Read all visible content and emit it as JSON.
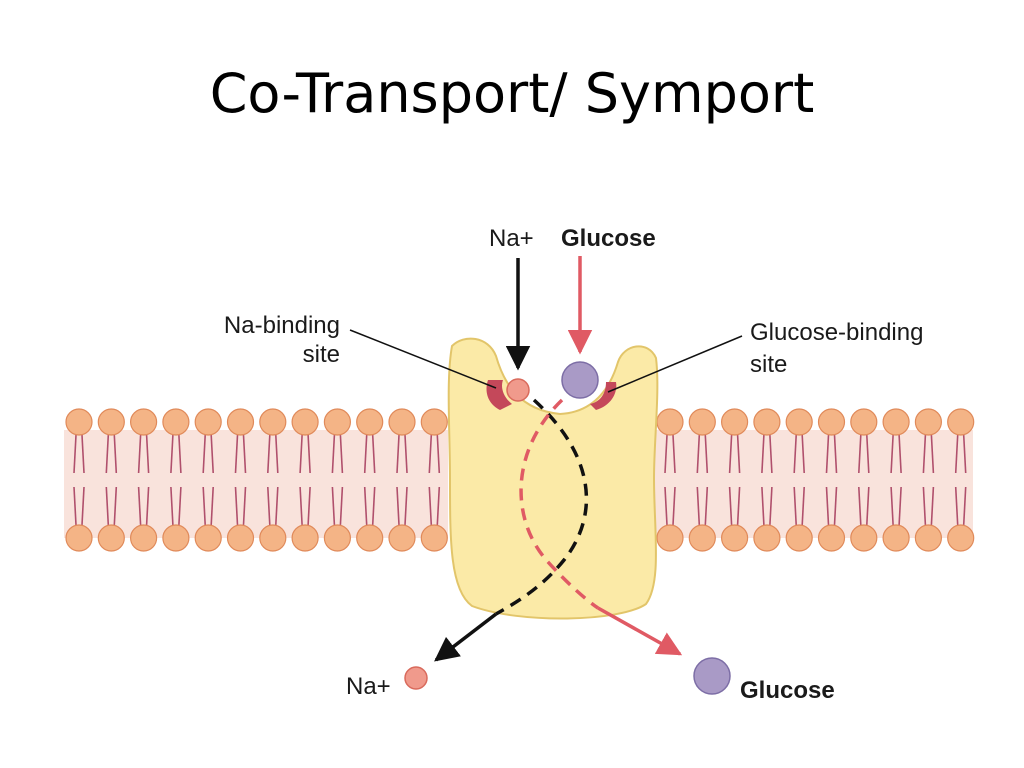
{
  "slide": {
    "title": "Co-Transport/ Symport"
  },
  "labels": {
    "na_top": "Na+",
    "glucose_top": "Glucose",
    "na_binding_line1": "Na-binding",
    "na_binding_line2": "site",
    "glucose_binding_line1": "Glucose-binding",
    "glucose_binding_line2": "site",
    "na_bottom": "Na+",
    "glucose_bottom": "Glucose"
  },
  "colors": {
    "sodium_path": "#111111",
    "glucose_path": "#e05a64",
    "protein_fill": "#fbeaa7",
    "protein_stroke": "#e2c56a",
    "lipid_head": "#f4b486",
    "lipid_head_stroke": "#e08a5a",
    "lipid_tail": "#b0506c",
    "membrane_band": "#f9e3dc",
    "sodium_ion": "#f09a8c",
    "glucose_molecule": "#a99ac6",
    "binding_site": "#c4485a"
  }
}
